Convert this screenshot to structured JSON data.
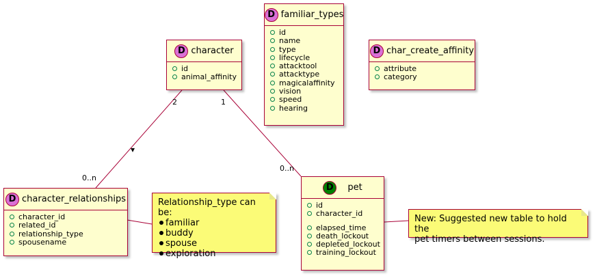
{
  "entities": {
    "character": {
      "stereotype": "D",
      "color": "#DA70D6",
      "name": "character",
      "attributes": [
        "id",
        "animal_affinity"
      ]
    },
    "familiar_types": {
      "stereotype": "D",
      "color": "#DA70D6",
      "name": "familiar_types",
      "attributes": [
        "id",
        "name",
        "type",
        "lifecycle",
        "attacktool",
        "attacktype",
        "magicalaffinity",
        "vision",
        "speed",
        "hearing"
      ]
    },
    "char_create_affinity": {
      "stereotype": "D",
      "color": "#DA70D6",
      "name": "char_create_affinity",
      "attributes": [
        "attribute",
        "category"
      ]
    },
    "character_relationships": {
      "stereotype": "D",
      "color": "#DA70D6",
      "name": "character_relationships",
      "attributes": [
        "character_id",
        "related_id",
        "relationship_type",
        "spousename"
      ]
    },
    "pet": {
      "stereotype": "D",
      "color": "#008000",
      "name": "pet",
      "attributes_group1": [
        "id",
        "character_id"
      ],
      "attributes_group2": [
        "elapsed_time",
        "death_lockout",
        "depleted_lockout",
        "training_lockout"
      ]
    }
  },
  "notes": {
    "relationship_type": {
      "title": "Relationship_type can be:",
      "items": [
        "familiar",
        "buddy",
        "spouse",
        "exploration"
      ]
    },
    "pet_note": {
      "lines": [
        "New: Suggested new table to hold the",
        "pet timers between sessions."
      ]
    }
  },
  "relations": {
    "character_to_relationships": {
      "from_multiplicity": "2",
      "to_multiplicity": "0..n",
      "direction_glyph": "▾"
    },
    "character_to_pet": {
      "from_multiplicity": "1",
      "to_multiplicity": "0..n"
    }
  },
  "colors": {
    "entity_fill": "#FEFECE",
    "border": "#A80036",
    "note_fill": "#FBFB77",
    "visibility_marker": "#038048"
  }
}
